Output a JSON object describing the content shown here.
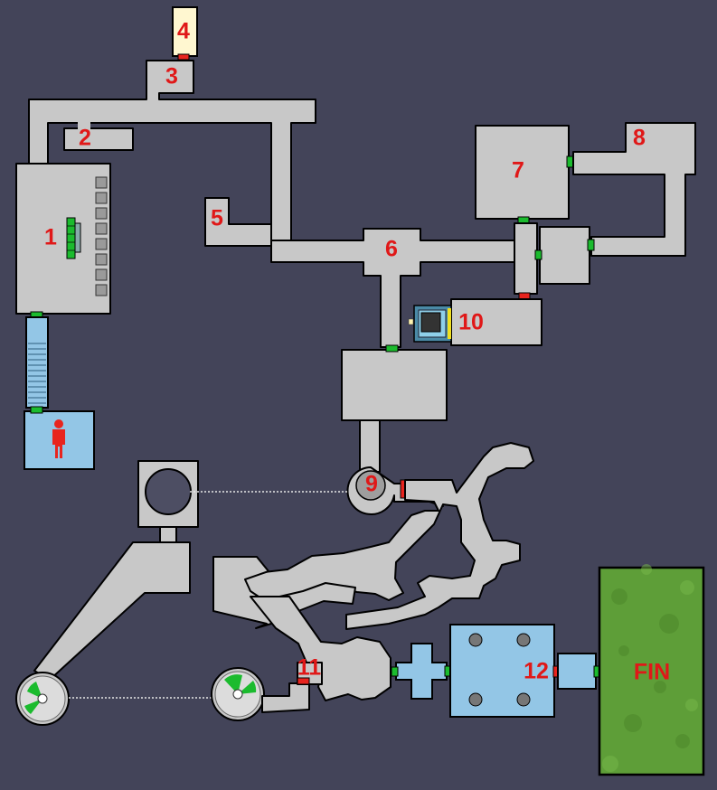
{
  "map": {
    "rooms": [
      {
        "id": "room-1",
        "label": "1"
      },
      {
        "id": "room-2",
        "label": "2"
      },
      {
        "id": "room-3",
        "label": "3"
      },
      {
        "id": "room-4",
        "label": "4"
      },
      {
        "id": "room-5",
        "label": "5"
      },
      {
        "id": "room-6",
        "label": "6"
      },
      {
        "id": "room-7",
        "label": "7"
      },
      {
        "id": "room-8",
        "label": "8"
      },
      {
        "id": "room-9",
        "label": "9"
      },
      {
        "id": "room-10",
        "label": "10"
      },
      {
        "id": "room-11",
        "label": "11"
      },
      {
        "id": "room-12",
        "label": "12"
      },
      {
        "id": "finish",
        "label": "FIN"
      }
    ],
    "colors": {
      "background": "#434459",
      "floor": "#c8c8c8",
      "water": "#93c6e6",
      "grass": "#5e9e38",
      "door_open": "#1bbb2e",
      "door_locked": "#e8241e",
      "label": "#e01818"
    },
    "icons": [
      "player-start-icon",
      "elevator-stairs-icon",
      "vent-fan-icon",
      "computer-terminal-icon",
      "column-icon",
      "locker-icon"
    ]
  }
}
